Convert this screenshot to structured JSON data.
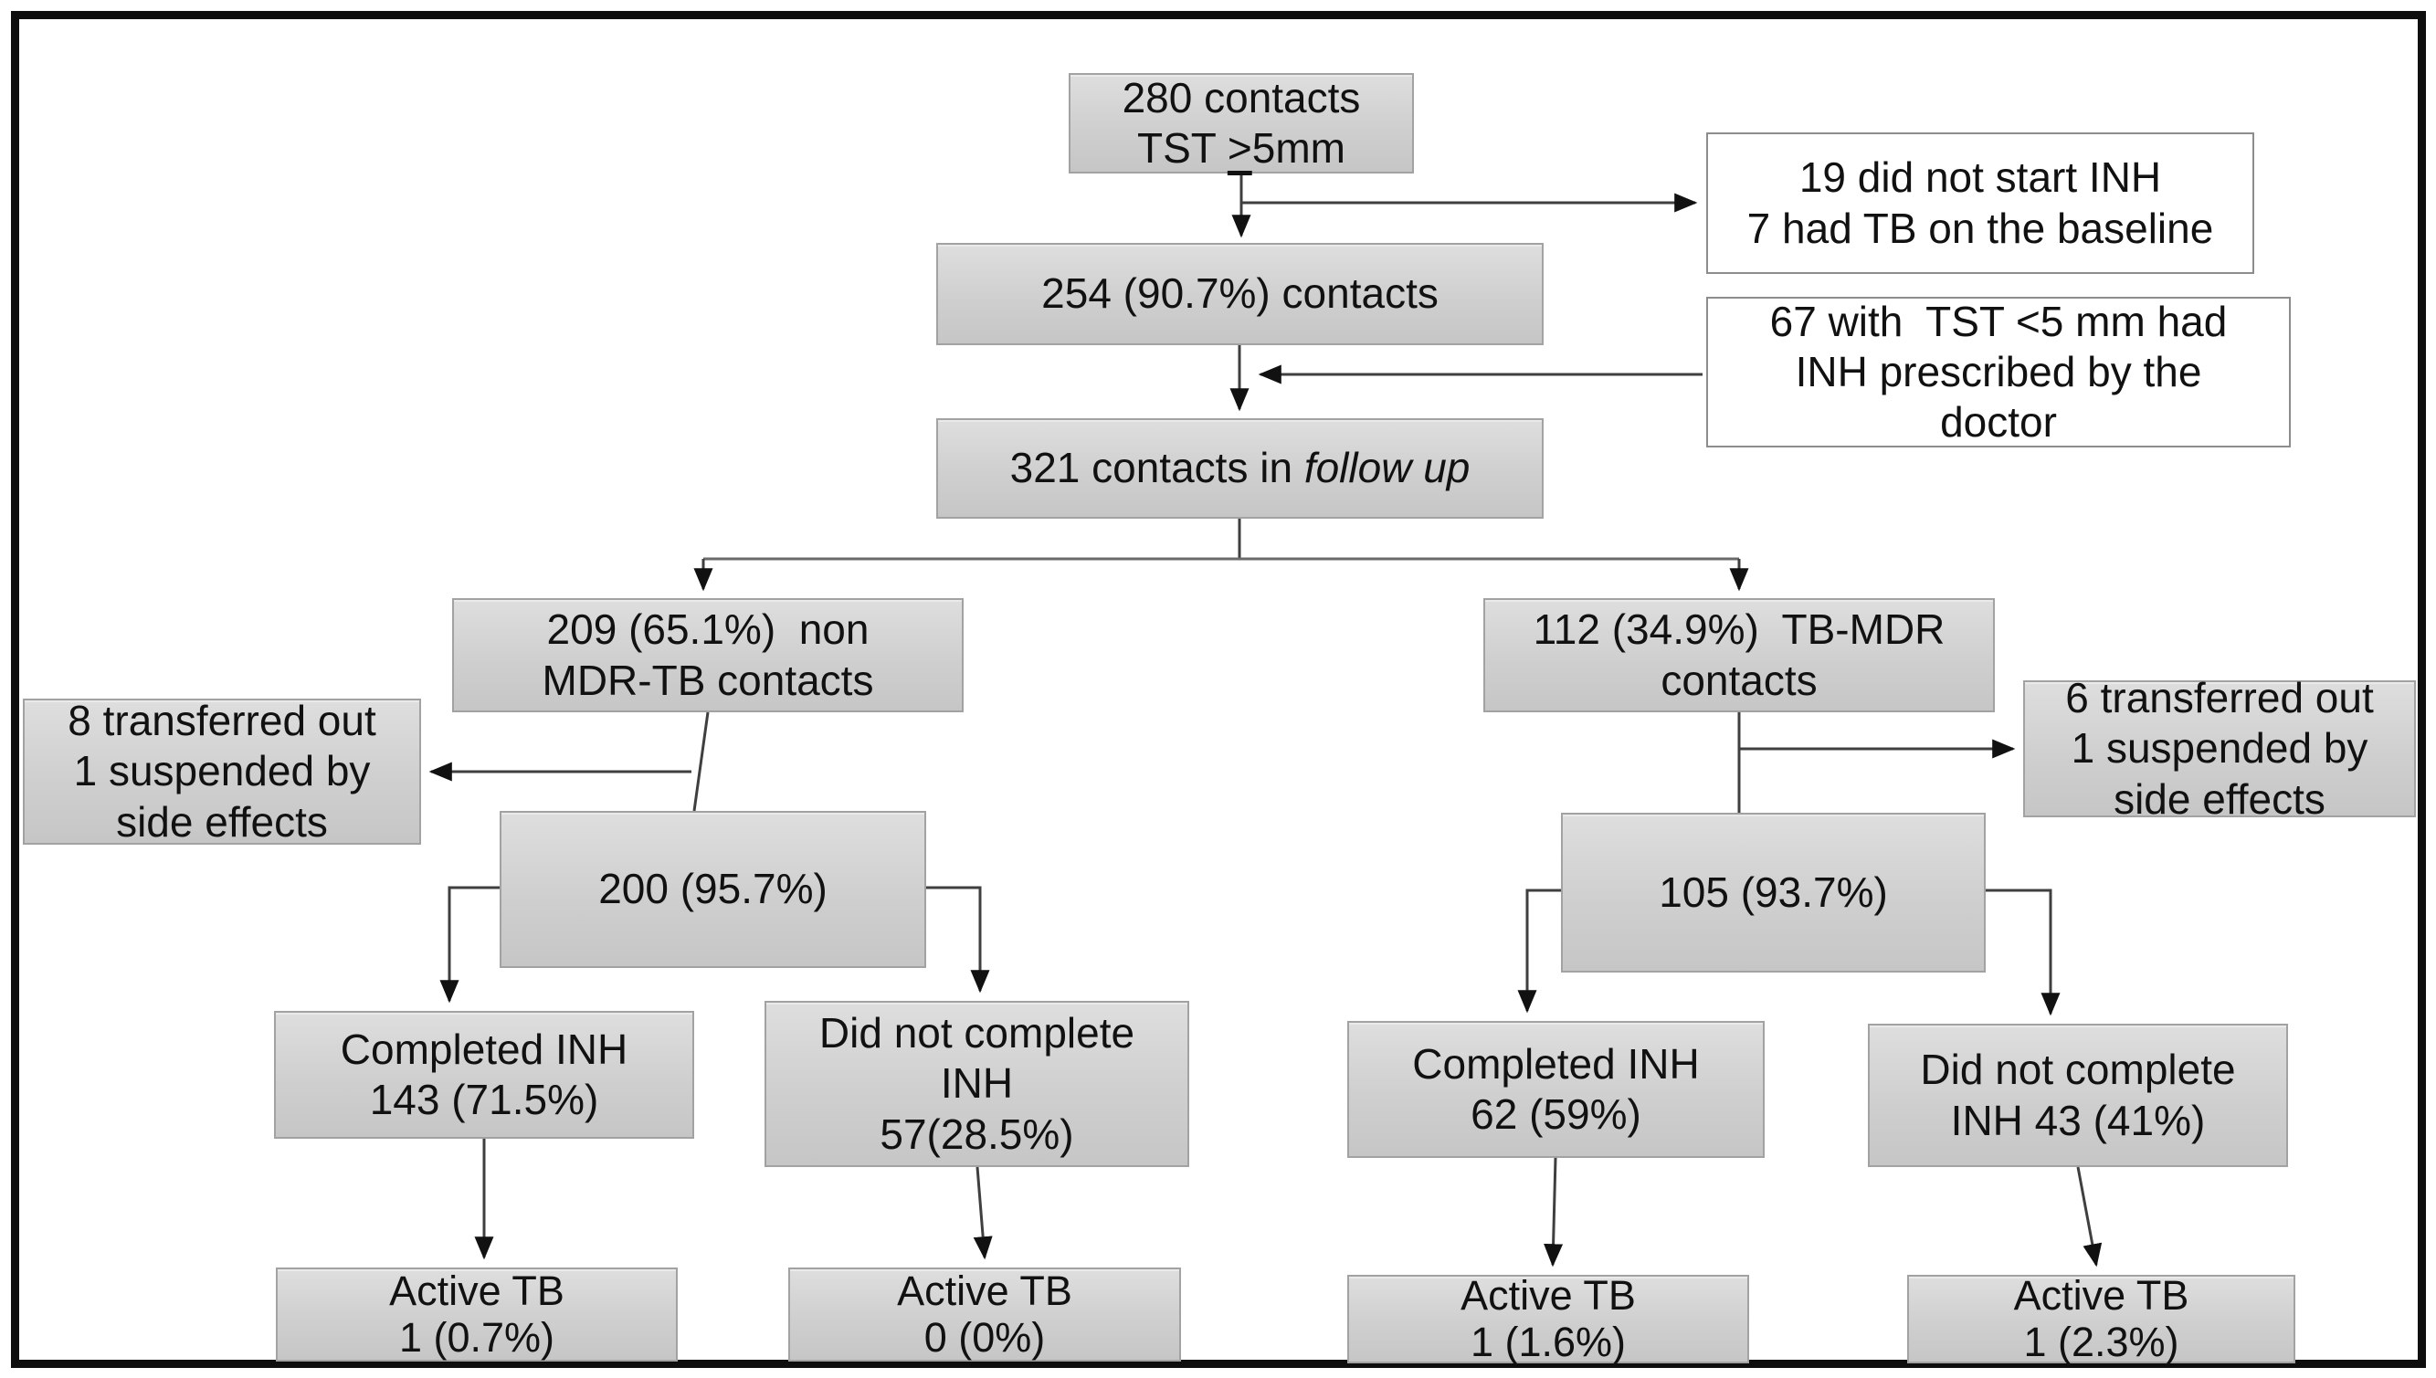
{
  "figure": {
    "type": "flowchart",
    "topic": "INH treatment cascade of TB contacts by MDR status",
    "colors": {
      "node_fill": "#d3d3d3",
      "node_border": "#a2a2a2",
      "note_fill": "#ffffff",
      "note_border": "#8d8d8d",
      "frame_border": "#0e0e0e",
      "connector": "#3f3f3f"
    }
  },
  "nodes": {
    "tst_positive": {
      "line1": "280 contacts",
      "tst_prefix": "TST ",
      "tst_symbol": ">",
      "tst_suffix": "5mm"
    },
    "not_started_note": {
      "lines": [
        "19 did not start INH",
        "7 had TB on the baseline"
      ]
    },
    "started": {
      "lines": [
        "254 (90.7%) contacts"
      ]
    },
    "tst_negative_note": {
      "lines": [
        "67 with  TST <5 mm had",
        "INH prescribed by the",
        "doctor"
      ]
    },
    "follow_up": {
      "text": "321 contacts in ",
      "italic": "follow up"
    },
    "non_mdr": {
      "lines": [
        "209 (65.1%)  non",
        "MDR-TB contacts"
      ]
    },
    "mdr": {
      "lines": [
        "112 (34.9%)  TB-MDR",
        "contacts"
      ]
    },
    "non_mdr_excluded": {
      "lines": [
        "8 transferred out",
        "1 suspended by",
        "side effects"
      ]
    },
    "non_mdr_on_inh": {
      "lines": [
        "200 (95.7%)"
      ]
    },
    "mdr_excluded": {
      "lines": [
        "6 transferred out",
        "1 suspended by",
        "side effects"
      ]
    },
    "mdr_on_inh": {
      "lines": [
        "105 (93.7%)"
      ]
    },
    "non_mdr_completed": {
      "lines": [
        "Completed INH",
        "143 (71.5%)"
      ]
    },
    "non_mdr_not_completed": {
      "lines": [
        "Did not complete",
        "INH",
        "57(28.5%)"
      ]
    },
    "mdr_completed": {
      "lines": [
        "Completed INH",
        "62 (59%)"
      ]
    },
    "mdr_not_completed": {
      "lines": [
        "Did not complete",
        "INH 43 (41%)"
      ]
    },
    "non_mdr_completed_active_tb": {
      "lines": [
        "Active TB",
        "1 (0.7%)"
      ]
    },
    "non_mdr_not_completed_active_tb": {
      "lines": [
        "Active TB",
        "0 (0%)"
      ]
    },
    "mdr_completed_active_tb": {
      "lines": [
        "Active TB",
        "1 (1.6%)"
      ]
    },
    "mdr_not_completed_active_tb": {
      "lines": [
        "Active TB",
        "1 (2.3%)"
      ]
    }
  }
}
